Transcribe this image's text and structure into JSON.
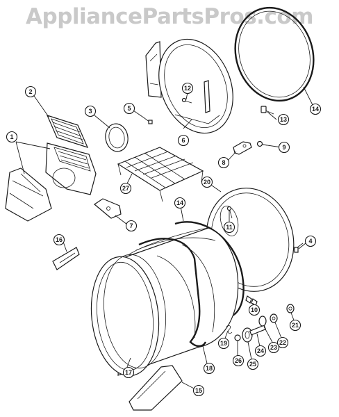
{
  "watermark": "AppliancePartsPros.com",
  "callouts": [
    {
      "label": "1"
    },
    {
      "label": "2"
    },
    {
      "label": "3"
    },
    {
      "label": "4"
    },
    {
      "label": "5"
    },
    {
      "label": "6"
    },
    {
      "label": "7"
    },
    {
      "label": "8"
    },
    {
      "label": "9"
    },
    {
      "label": "10"
    },
    {
      "label": "11"
    },
    {
      "label": "12"
    },
    {
      "label": "13"
    },
    {
      "label": "14"
    },
    {
      "label": "14"
    },
    {
      "label": "15"
    },
    {
      "label": "16"
    },
    {
      "label": "17"
    },
    {
      "label": "18"
    },
    {
      "label": "19"
    },
    {
      "label": "20"
    },
    {
      "label": "21"
    },
    {
      "label": "22"
    },
    {
      "label": "23"
    },
    {
      "label": "24"
    },
    {
      "label": "25"
    },
    {
      "label": "26"
    },
    {
      "label": "27"
    }
  ]
}
